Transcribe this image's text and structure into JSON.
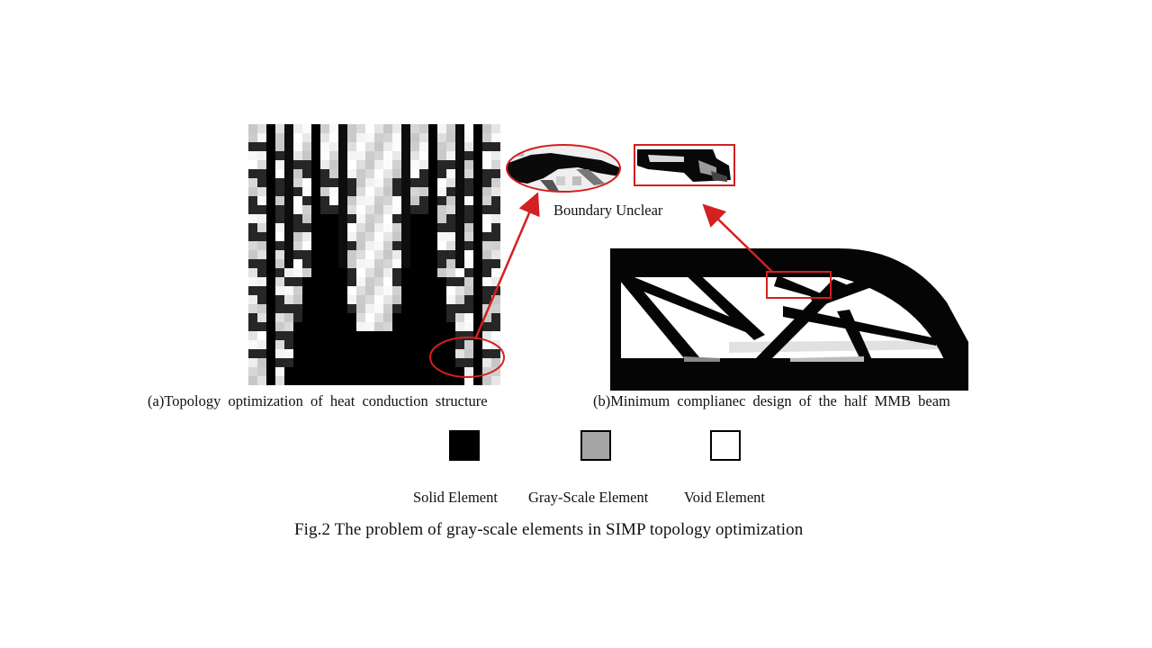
{
  "panel_a": {
    "caption": "(a)Topology optimization of heat conduction structure"
  },
  "panel_b": {
    "caption": "(b)Minimum complianec design of the half MMB beam"
  },
  "callout": {
    "label": "Boundary Unclear",
    "highlight_color": "#d32020"
  },
  "legend": {
    "items": [
      {
        "label": "Solid Element",
        "color": "#000000"
      },
      {
        "label": "Gray-Scale Element",
        "color": "#a6a6a6"
      },
      {
        "label": "Void Element",
        "color": "#ffffff"
      }
    ]
  },
  "figure_title": "Fig.2 The problem of gray-scale elements in SIMP topology optimization"
}
